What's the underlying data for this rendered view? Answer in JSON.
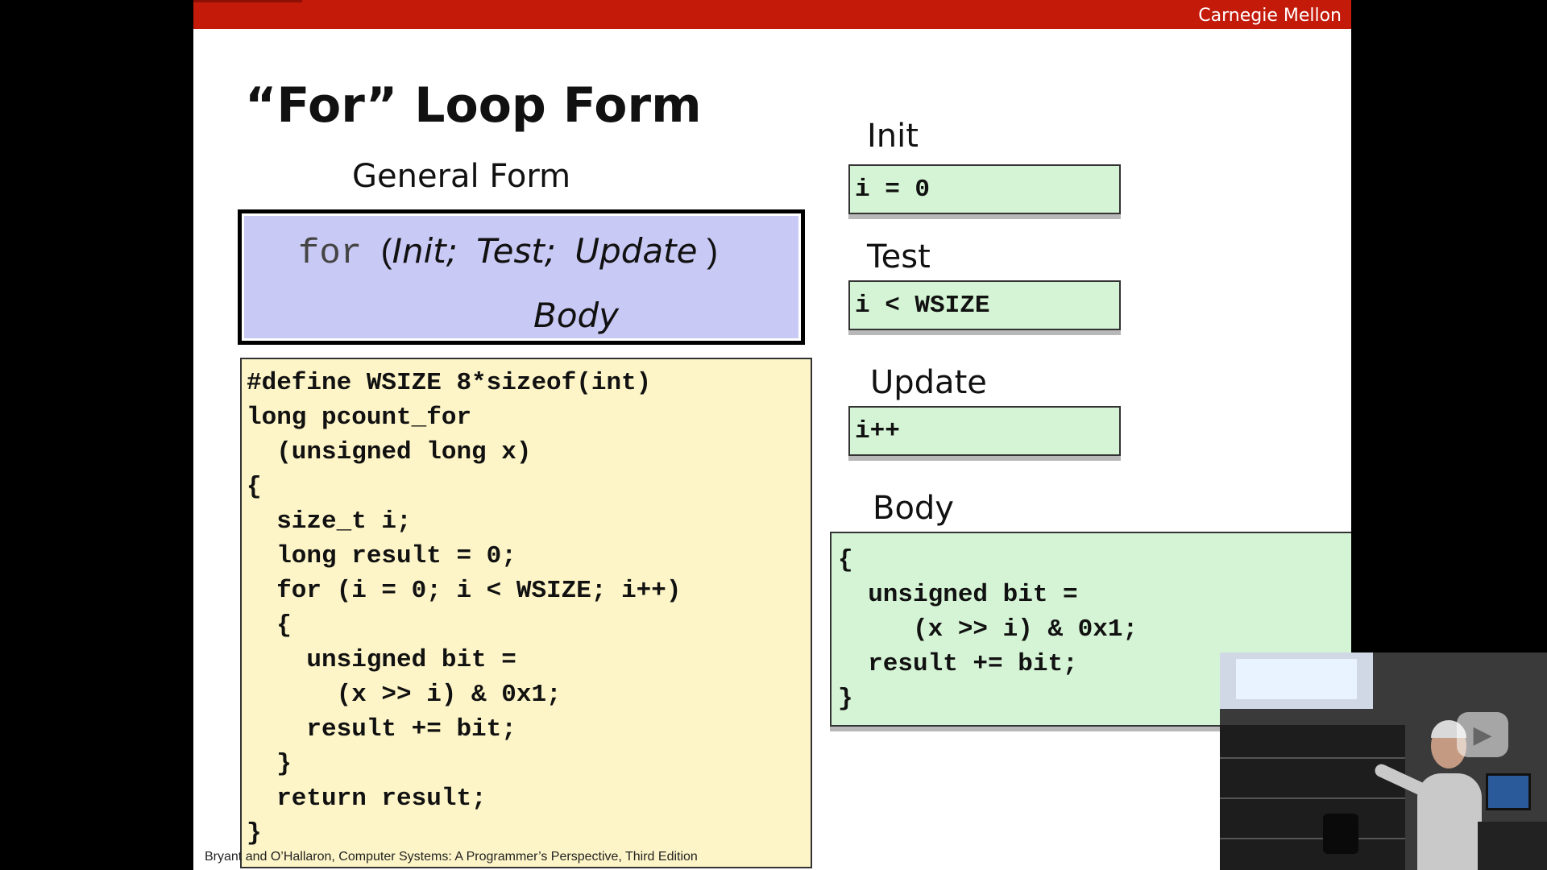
{
  "header": {
    "brand": "Carnegie Mellon"
  },
  "slide": {
    "title": "“For” Loop Form",
    "general_form_label": "General Form",
    "general_form": {
      "keyword": "for",
      "open": "(",
      "init": "Init;",
      "test": "Test;",
      "update": "Update",
      "close": ")",
      "body": "Body"
    },
    "code": "#define WSIZE 8*sizeof(int)\nlong pcount_for\n  (unsigned long x)\n{\n  size_t i;\n  long result = 0;\n  for (i = 0; i < WSIZE; i++)\n  {\n    unsigned bit =\n      (x >> i) & 0x1;\n    result += bit;\n  }\n  return result;\n}",
    "init": {
      "label": "Init",
      "code": "i = 0"
    },
    "test": {
      "label": "Test",
      "code": "i < WSIZE"
    },
    "update": {
      "label": "Update",
      "code": "i++"
    },
    "body": {
      "label": "Body",
      "code": "{\n  unsigned bit =\n     (x >> i) & 0x1;\n  result += bit;\n}"
    },
    "footer": "Bryant and O’Hallaron, Computer Systems: A Programmer’s Perspective, Third Edition"
  },
  "colors": {
    "header_bar": "#c41a0a",
    "general_box": "#c9c9f5",
    "code_box": "#fdf5c7",
    "green_box": "#d5f4d5"
  },
  "overlay": {
    "play_icon": "play-icon"
  }
}
